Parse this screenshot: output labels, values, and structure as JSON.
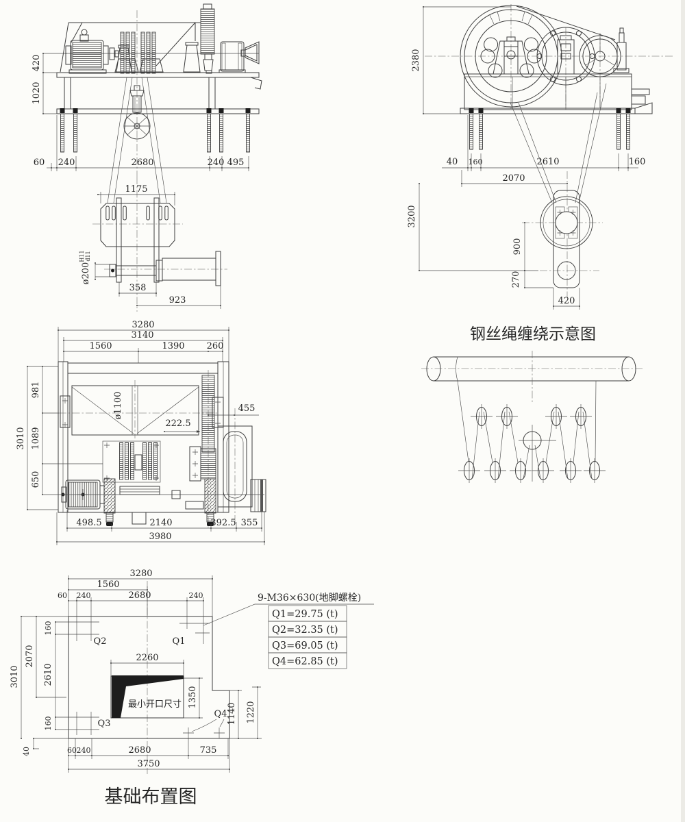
{
  "palette": {
    "line": "#3d3d3d",
    "accent_red": "#e25a4e",
    "background": "#fcfcf9"
  },
  "captions": {
    "reeving_title": "钢丝绳缠绕示意图",
    "foundation_title": "基础布置图"
  },
  "views": {
    "front": {
      "dims": {
        "d420": "420",
        "d1020": "1020",
        "d60": "60",
        "d240a": "240",
        "d2680": "2680",
        "d240b": "240",
        "d495": "495"
      }
    },
    "hookFront": {
      "dims": {
        "d1175": "1175",
        "dShaft": "ø200",
        "tolUp": "H11",
        "tolDn": "d11",
        "d358": "358",
        "d923": "923"
      }
    },
    "side": {
      "dims": {
        "d2380": "2380",
        "d40": "40",
        "d160a": "160",
        "d2610": "2610",
        "d160b": "160",
        "d2070": "2070"
      }
    },
    "hookSide": {
      "dims": {
        "d3200": "3200",
        "d900": "900",
        "d270": "270",
        "d420": "420"
      }
    },
    "plan": {
      "dims": {
        "d3280": "3280",
        "d3140": "3140",
        "d1560": "1560",
        "d1390": "1390",
        "d260": "260",
        "d981": "981",
        "d1089": "1089",
        "d3010": "3010",
        "d650": "650",
        "drum": "ø1100",
        "d2225": "222.5",
        "d455": "455",
        "d4985": "498.5",
        "d2140": "2140",
        "d3925": "392.5",
        "d355": "355",
        "d3980": "3980"
      }
    },
    "foundation": {
      "opening_note": "最小开口尺寸",
      "bolt_note": "9-M36×630(地脚螺栓)",
      "dims": {
        "d3280": "3280",
        "d1560": "1560",
        "d60t": "60",
        "d240a": "240",
        "d2680t": "2680",
        "d240b": "240",
        "d160a": "160",
        "d2070": "2070",
        "d2610": "2610",
        "d3010": "3010",
        "d160b": "160",
        "d40": "40",
        "d2260": "2260",
        "d1350": "1350",
        "d1140": "1140",
        "d1220": "1220",
        "d60b": "60",
        "d240c": "240",
        "d2680b": "2680",
        "d735": "735",
        "d3750": "3750"
      },
      "bolts": {
        "q1": "Q1",
        "q2": "Q2",
        "q3": "Q3",
        "q4": "Q4"
      },
      "table": [
        "Q1=29.75 (t)",
        "Q2=32.35 (t)",
        "Q3=69.05 (t)",
        "Q4=62.85 (t)"
      ]
    }
  }
}
